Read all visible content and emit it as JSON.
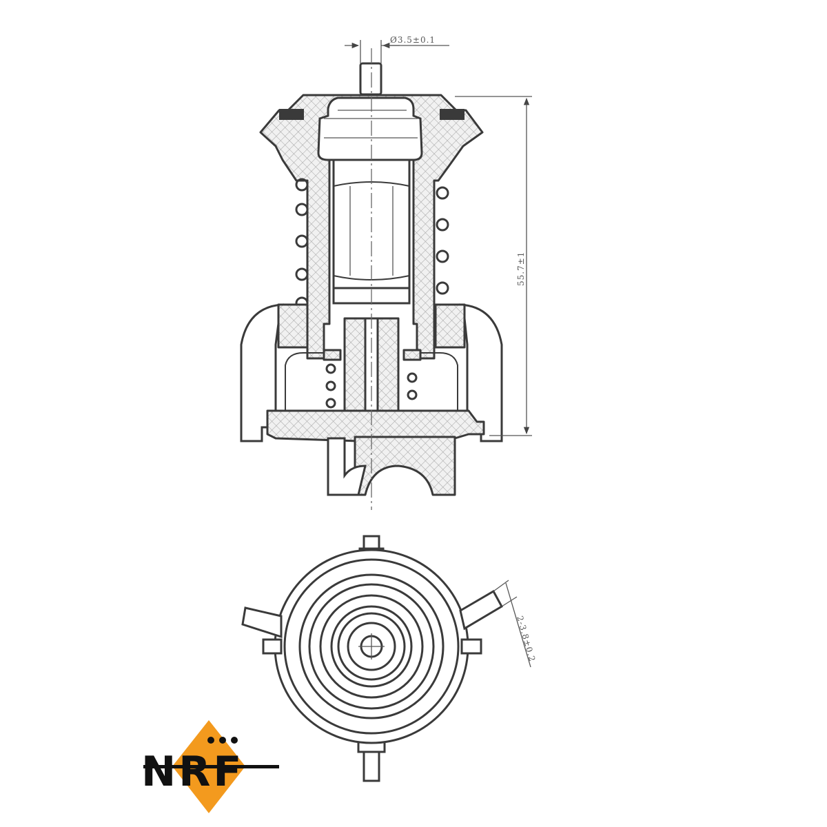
{
  "dimensions": {
    "pin_diameter": "Ø3.5±0.1",
    "overall_height": "55.7±1",
    "slot_width": "2-3.8±0.2"
  },
  "logo": {
    "text": "NRF",
    "accent_color": "#f39a1e",
    "dark_color": "#111111"
  },
  "views": [
    "side-section-view",
    "top-view"
  ]
}
